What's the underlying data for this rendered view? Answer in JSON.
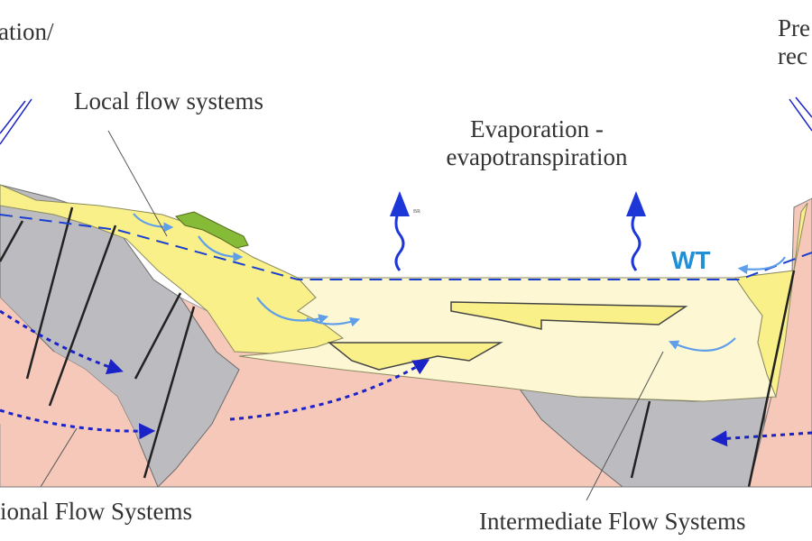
{
  "labels": {
    "top_left": "ation/",
    "local_flow": "Local  flow systems",
    "evaporation_line1": "Evaporation -",
    "evaporation_line2": "evapotranspiration",
    "top_right_line1": "Pre",
    "top_right_line2": "rec",
    "water_table": "WT",
    "tiny_mark": "BR",
    "regional_flow": "ional Flow Systems",
    "intermediate_flow": "Intermediate Flow Systems"
  },
  "colors": {
    "bedrock_pink": "#f5c8b9",
    "fault_gray": "#bcbcc0",
    "sediment_yellow": "#faf08a",
    "lake_pale_yellow": "#fdf8d3",
    "vegetation_green": "#86bb38",
    "water_table_blue": "#1a3fcf",
    "regional_arrow_blue": "#1a22c8",
    "local_arrow_light_blue": "#5f9fea",
    "wt_label_blue": "#1f8fd6",
    "evaporation_arrow_blue": "#1d36d8"
  }
}
